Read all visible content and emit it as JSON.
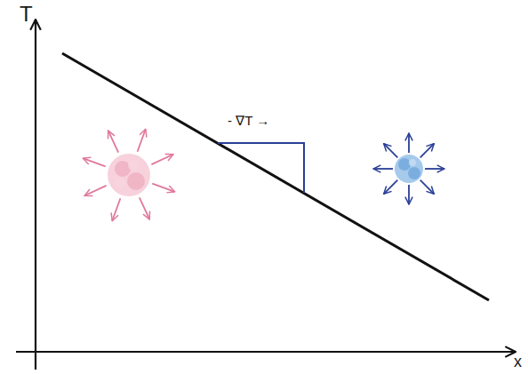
{
  "diagram": {
    "labels": [
      "T",
      "x",
      "- ∇T →"
    ]
  }
}
